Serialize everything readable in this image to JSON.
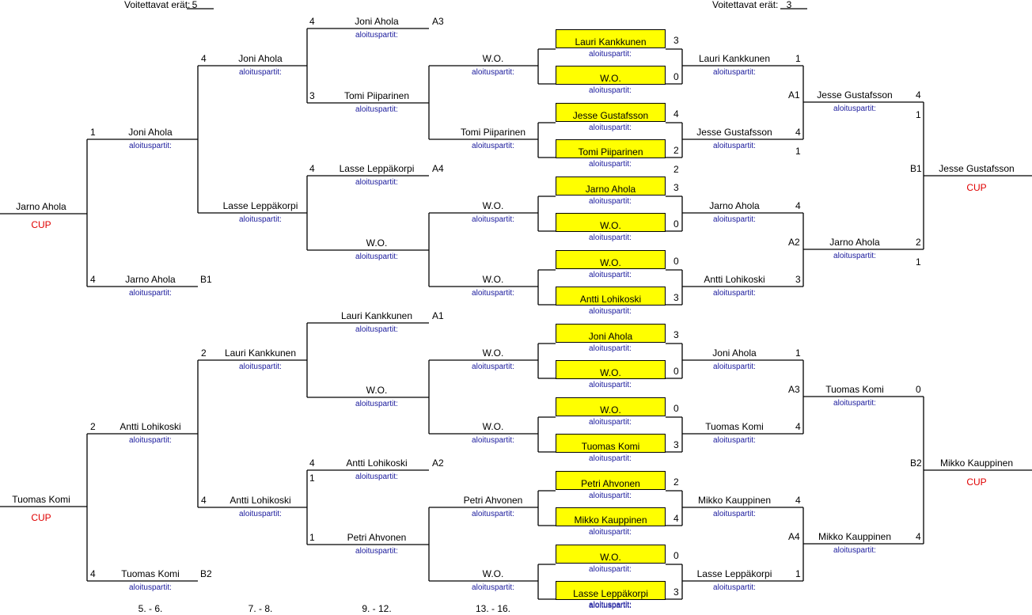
{
  "header": {
    "left_label": "Voitettavat erät:",
    "left_value": "5",
    "right_label": "Voitettavat erät:",
    "right_value": "3"
  },
  "cup_label": "CUP",
  "sub_label": "aloituspartit:",
  "rounds": [
    "5. - 6.",
    "7. - 8.",
    "9. - 12.",
    "13. - 16."
  ],
  "finalists": [
    "Jarno Ahola",
    "Tuomas Komi",
    "Jesse Gustafsson",
    "Mikko Kauppinen"
  ],
  "col1": [
    {
      "name": "Joni Ahola",
      "score": "1"
    },
    {
      "name": "Jarno Ahola",
      "score": "4",
      "code": "B1"
    },
    {
      "name": "Antti Lohikoski",
      "score": "2"
    },
    {
      "name": "Tuomas Komi",
      "score": "4",
      "code": "B2"
    }
  ],
  "col2": [
    {
      "name": "Joni Ahola",
      "score": "4"
    },
    {
      "name": "Lasse Leppäkorpi",
      "score": ""
    },
    {
      "name": "Lauri Kankkunen",
      "score": "2"
    },
    {
      "name": "Antti Lohikoski",
      "score": "4"
    }
  ],
  "col3": [
    {
      "name": "Joni Ahola",
      "score": "4",
      "code": "A3"
    },
    {
      "name": "Tomi Piiparinen",
      "score": "3"
    },
    {
      "name": "Lasse Leppäkorpi",
      "score": "4",
      "code": "A4"
    },
    {
      "name": "W.O.",
      "score": ""
    },
    {
      "name": "Lauri Kankkunen",
      "score": "",
      "code": "A1"
    },
    {
      "name": "W.O.",
      "score": ""
    },
    {
      "name": "Antti Lohikoski",
      "score": "4",
      "code": "A2",
      "score2": "1"
    },
    {
      "name": "Petri Ahvonen",
      "score": "1"
    }
  ],
  "col4": [
    "W.O.",
    "Tomi Piiparinen",
    "W.O.",
    "W.O.",
    "W.O.",
    "W.O.",
    "Petri Ahvonen",
    "W.O."
  ],
  "yellow": [
    {
      "name": "Lauri Kankkunen",
      "score": "3"
    },
    {
      "name": "W.O.",
      "score": "0"
    },
    {
      "name": "Jesse Gustafsson",
      "score": "4"
    },
    {
      "name": "Tomi Piiparinen",
      "score": "2"
    },
    {
      "name": "Jarno Ahola",
      "score": "3"
    },
    {
      "name": "W.O.",
      "score": "0"
    },
    {
      "name": "W.O.",
      "score": "0"
    },
    {
      "name": "Antti Lohikoski",
      "score": "3"
    },
    {
      "name": "Joni Ahola",
      "score": "3"
    },
    {
      "name": "W.O.",
      "score": "0"
    },
    {
      "name": "W.O.",
      "score": "0"
    },
    {
      "name": "Tuomas Komi",
      "score": "3"
    },
    {
      "name": "Petri Ahvonen",
      "score": "2"
    },
    {
      "name": "Mikko Kauppinen",
      "score": "4"
    },
    {
      "name": "W.O.",
      "score": "0"
    },
    {
      "name": "Lasse Leppäkorpi",
      "score": "3"
    }
  ],
  "extra_scores": [
    "2"
  ],
  "rcol4": [
    {
      "name": "Lauri Kankkunen",
      "score": "1"
    },
    {
      "name": "Jesse Gustafsson",
      "score": "4",
      "score2": "1"
    },
    {
      "name": "Jarno Ahola",
      "score": "4"
    },
    {
      "name": "Antti Lohikoski",
      "score": "3"
    },
    {
      "name": "Joni Ahola",
      "score": "1"
    },
    {
      "name": "Tuomas Komi",
      "score": "4"
    },
    {
      "name": "Mikko Kauppinen",
      "score": "4"
    },
    {
      "name": "Lasse Leppäkorpi",
      "score": "1"
    }
  ],
  "rcol3": [
    {
      "name": "Jesse Gustafsson",
      "score": "4",
      "code": "A1",
      "score2": "1"
    },
    {
      "name": "Jarno Ahola",
      "score": "2",
      "code": "A2",
      "score2": "1"
    },
    {
      "name": "Tuomas Komi",
      "score": "0",
      "code": "A3"
    },
    {
      "name": "Mikko Kauppinen",
      "score": "4",
      "code": "A4"
    }
  ],
  "rcodes": [
    "B1",
    "B2"
  ]
}
